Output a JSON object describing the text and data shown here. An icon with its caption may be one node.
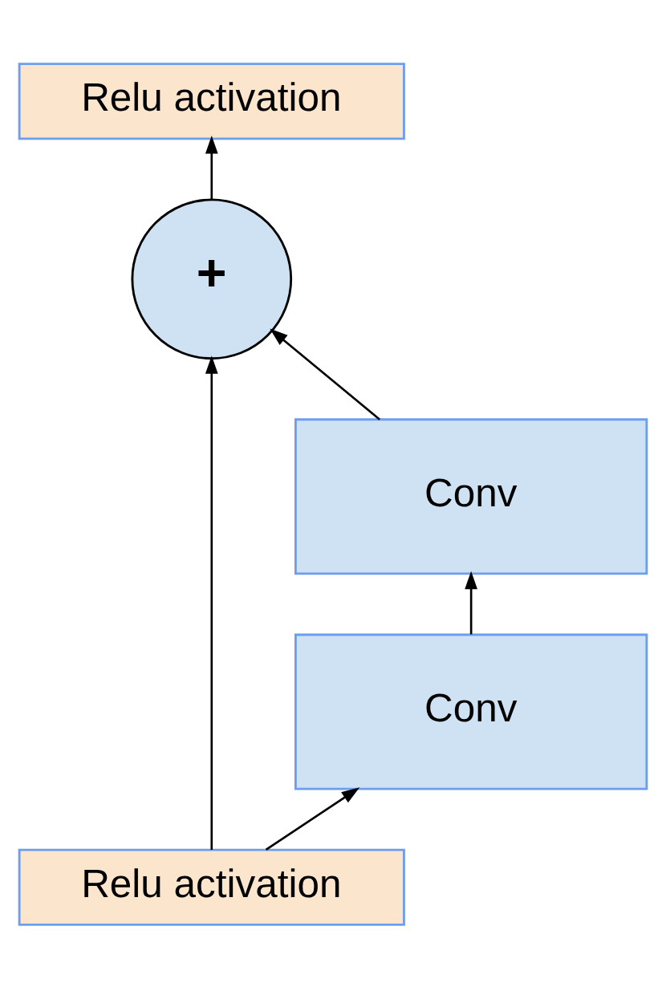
{
  "diagram": {
    "nodes": [
      {
        "text": [
          "Relu activation"
        ]
      },
      {
        "text": [
          "+"
        ]
      },
      {
        "text": [
          "Conv"
        ]
      },
      {
        "text": [
          "Conv"
        ]
      },
      {
        "text": [
          "Relu activation"
        ]
      }
    ],
    "edges": [
      {
        "from": 4,
        "to": 1,
        "arrow": "to"
      },
      {
        "from": 4,
        "to": 3,
        "arrow": "to"
      },
      {
        "from": 3,
        "to": 2,
        "arrow": "to"
      },
      {
        "from": 2,
        "to": 1,
        "arrow": "to"
      },
      {
        "from": 1,
        "to": 0,
        "arrow": "to"
      }
    ]
  }
}
